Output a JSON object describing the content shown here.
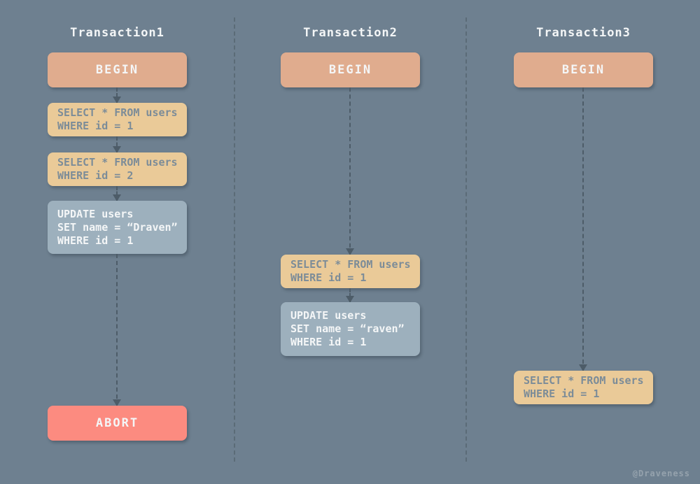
{
  "watermark": "@Draveness",
  "colors": {
    "bg": "#6e8090",
    "begin-bg": "#e0ac8e",
    "select-bg": "#eaca98",
    "update-bg": "#9db0bd",
    "abort-bg": "#fc8b80",
    "sql-text": "#7c8c98",
    "light-text": "#f4f6f7",
    "connector": "#4d5c68",
    "divider": "#5b6b77",
    "watermark-text": "#95a2ad"
  },
  "columns": [
    {
      "title": "Transaction1",
      "begin": "BEGIN",
      "select1": [
        "SELECT * FROM users",
        "WHERE id = 1"
      ],
      "select2": [
        "SELECT * FROM users",
        "WHERE id = 2"
      ],
      "update": [
        "UPDATE users",
        "SET name = “Draven”",
        "WHERE id = 1"
      ],
      "abort": "ABORT"
    },
    {
      "title": "Transaction2",
      "begin": "BEGIN",
      "select1": [
        "SELECT * FROM users",
        "WHERE id = 1"
      ],
      "update": [
        "UPDATE users",
        "SET name = “raven”",
        "WHERE id = 1"
      ]
    },
    {
      "title": "Transaction3",
      "begin": "BEGIN",
      "select1": [
        "SELECT * FROM users",
        "WHERE id = 1"
      ]
    }
  ]
}
